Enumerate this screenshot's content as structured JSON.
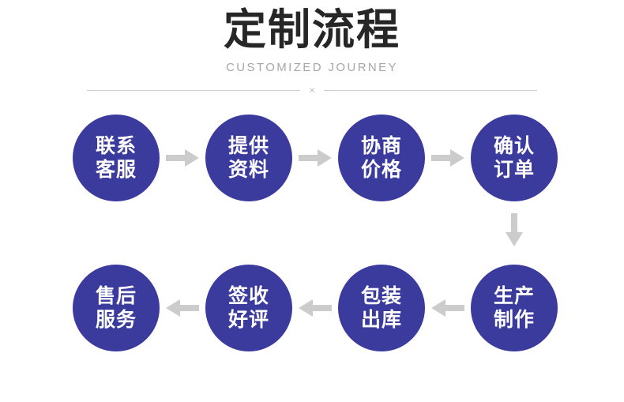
{
  "header": {
    "title": "定制流程",
    "subtitle": "CUSTOMIZED JOURNEY",
    "divider_mark": "×"
  },
  "colors": {
    "node_fill": "#3b3b9e",
    "node_text": "#ffffff",
    "arrow": "#cccccc",
    "title": "#262626",
    "subtitle": "#a6a6a6",
    "divider": "#cfcfcf",
    "background": "#ffffff"
  },
  "flow": {
    "steps": [
      {
        "index": 1,
        "line1": "联系",
        "line2": "客服",
        "row": "top",
        "col": 1
      },
      {
        "index": 2,
        "line1": "提供",
        "line2": "资料",
        "row": "top",
        "col": 2
      },
      {
        "index": 3,
        "line1": "协商",
        "line2": "价格",
        "row": "top",
        "col": 3
      },
      {
        "index": 4,
        "line1": "确认",
        "line2": "订单",
        "row": "top",
        "col": 4
      },
      {
        "index": 5,
        "line1": "生产",
        "line2": "制作",
        "row": "bottom",
        "col": 4
      },
      {
        "index": 6,
        "line1": "包装",
        "line2": "出库",
        "row": "bottom",
        "col": 3
      },
      {
        "index": 7,
        "line1": "签收",
        "line2": "好评",
        "row": "bottom",
        "col": 2
      },
      {
        "index": 8,
        "line1": "售后",
        "line2": "服务",
        "row": "bottom",
        "col": 1
      }
    ],
    "connectors": [
      {
        "id": "c1",
        "direction": "right",
        "from": 1,
        "to": 2
      },
      {
        "id": "c2",
        "direction": "right",
        "from": 2,
        "to": 3
      },
      {
        "id": "c3",
        "direction": "right",
        "from": 3,
        "to": 4
      },
      {
        "id": "c4",
        "direction": "down",
        "from": 4,
        "to": 5
      },
      {
        "id": "c5",
        "direction": "left",
        "from": 5,
        "to": 6
      },
      {
        "id": "c6",
        "direction": "left",
        "from": 6,
        "to": 7
      },
      {
        "id": "c7",
        "direction": "left",
        "from": 7,
        "to": 8
      }
    ]
  }
}
